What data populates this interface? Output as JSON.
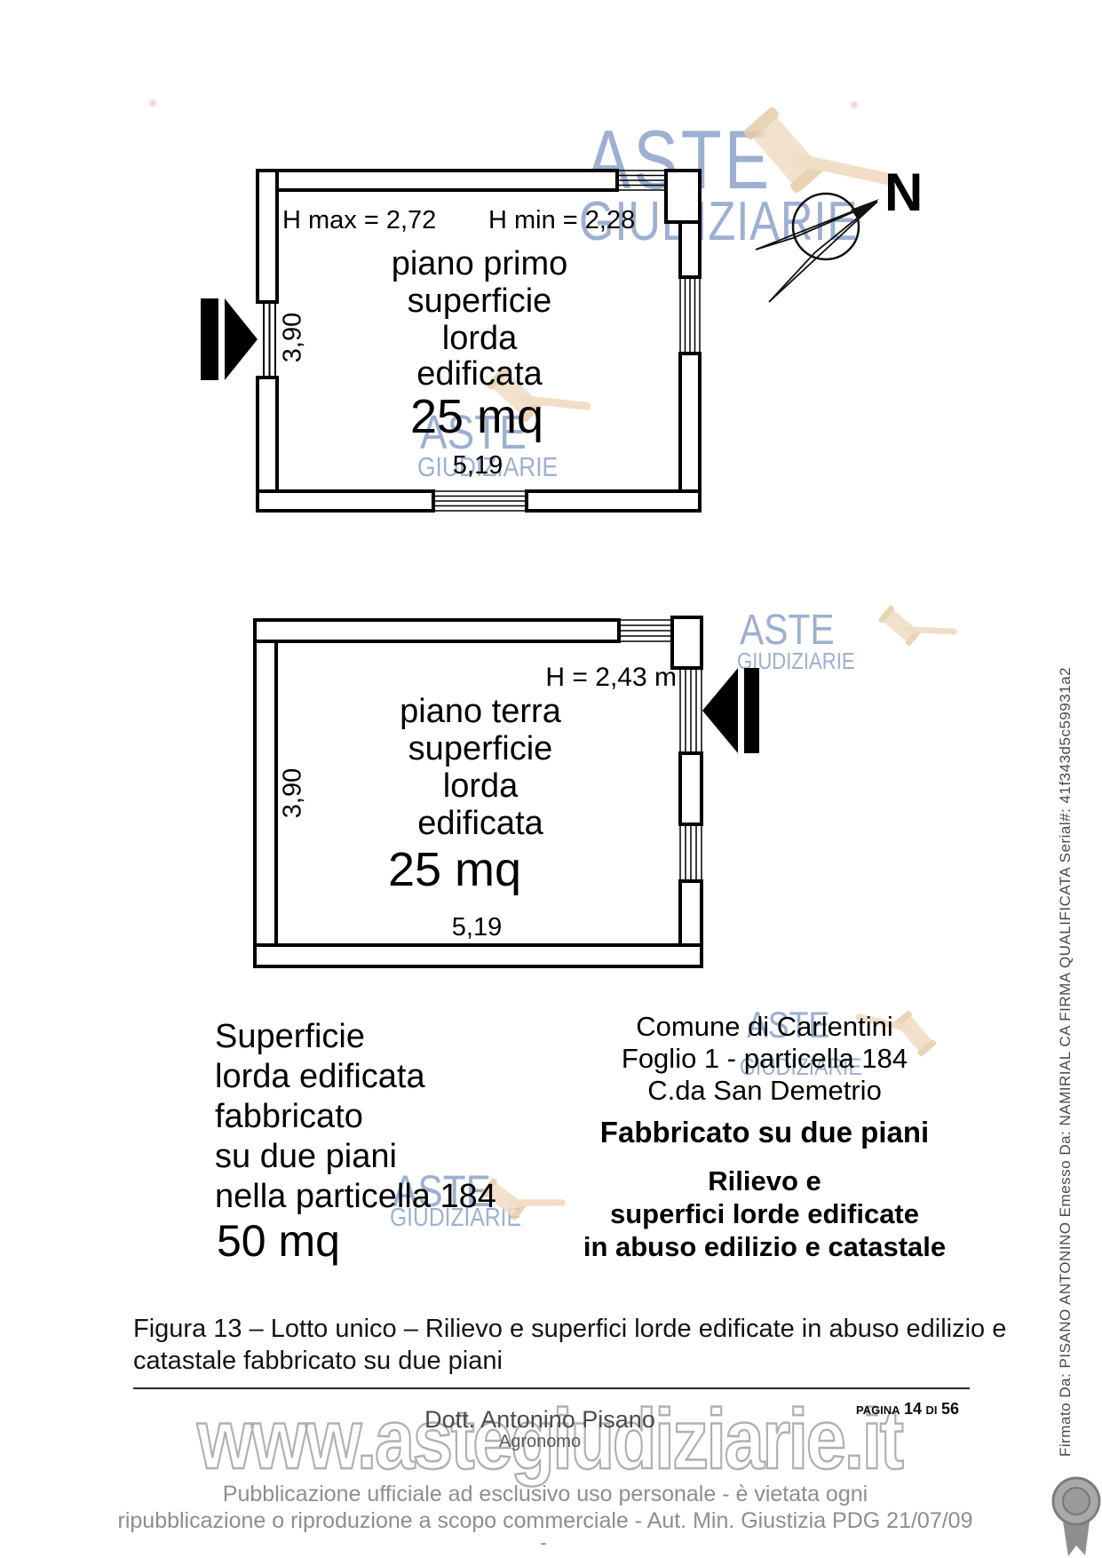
{
  "watermarks": {
    "aste": "ASTE",
    "giudiziarie": "GIUDIZIARIE",
    "site": "www.astegiudiziarie.it"
  },
  "compass": {
    "north_label": "N"
  },
  "plan_first_floor": {
    "h_max": "H max = 2,72",
    "h_min": "H min = 2,28",
    "title_lines": [
      "piano primo",
      "superficie",
      "lorda",
      "edificata"
    ],
    "area": "25 mq",
    "width_label": "5,19",
    "height_label": "3,90"
  },
  "plan_ground_floor": {
    "h": "H = 2,43 m",
    "title_lines": [
      "piano terra",
      "superficie",
      "lorda",
      "edificata"
    ],
    "area": "25 mq",
    "width_label": "5,19",
    "height_label": "3,90"
  },
  "summary_left": {
    "lines": [
      "Superficie",
      "lorda edificata",
      "fabbricato",
      "su due piani",
      "nella particella 184"
    ],
    "total": "50 mq"
  },
  "summary_right": {
    "location_lines": [
      "Comune di Carlentini",
      "Foglio 1 - particella 184",
      "C.da San Demetrio"
    ],
    "building": "Fabbricato su due piani",
    "survey_lines": [
      "Rilievo e",
      "superfici lorde edificate",
      "in abuso edilizio e catastale"
    ]
  },
  "caption": {
    "line1": "Figura 13 – Lotto unico – Rilievo e superfici lorde edificate in abuso edilizio e",
    "line2": "catastale fabbricato su due piani"
  },
  "footer": {
    "page_label": "PAGINA",
    "page_number": "14",
    "of_label": "DI",
    "page_total": "56",
    "author": "Dott. Antonino Pisano",
    "author_role": "Agronomo",
    "legal_line1": "Pubblicazione ufficiale ad esclusivo uso personale - è vietata ogni",
    "legal_line2": "ripubblicazione o riproduzione a scopo commerciale - Aut. Min. Giustizia PDG 21/07/09",
    "dash": "-"
  },
  "signature_strip": {
    "text": "Firmato Da: PISANO ANTONINO Emesso Da: NAMIRIAL CA FIRMA QUALIFICATA Serial#: 41f343d5c59931a2"
  },
  "colors": {
    "watermark_blue": "#9db0d2",
    "gavel_peach": "#efdcc4",
    "site_outline_gray": "#b0b0b0",
    "footer_gray": "#8e8e8e",
    "line_black": "#000000"
  }
}
